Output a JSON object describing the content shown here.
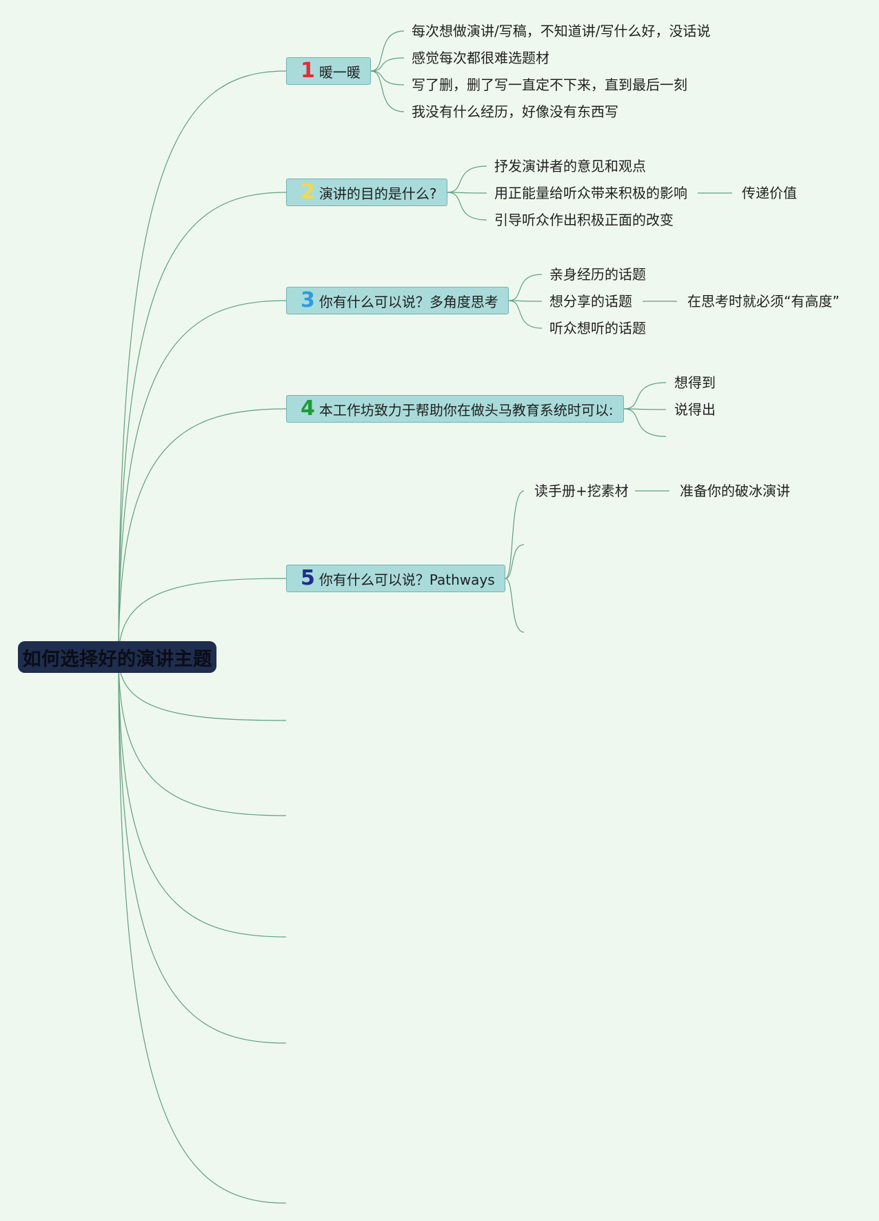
{
  "root": {
    "label": "如何选择好的演讲主题"
  },
  "colors": {
    "background": "#eff8ee",
    "root_fill": "#1f2d4e",
    "topic_fill": "#a9dbda",
    "connector": "#5f9f7f"
  },
  "topics": [
    {
      "number": "1",
      "number_color": "#e02c3a",
      "label": "暖一暖",
      "items": [
        {
          "label": "每次想做演讲/写稿，不知道讲/写什么好，没话说"
        },
        {
          "label": "感觉每次都很难选题材"
        },
        {
          "label": "写了删，删了写一直定不下来，直到最后一刻"
        },
        {
          "label": "我没有什么经历，好像没有东西写"
        }
      ]
    },
    {
      "number": "2",
      "number_color": "#f2d94e",
      "label": "演讲的目的是什么?",
      "items": [
        {
          "label": "抒发演讲者的意见和观点"
        },
        {
          "label": "用正能量给听众带来积极的影响",
          "child": "传递价值"
        },
        {
          "label": "引导听众作出积极正面的改变"
        }
      ]
    },
    {
      "number": "3",
      "number_color": "#2e9be0",
      "label": "你有什么可以说？多角度思考",
      "items": [
        {
          "label": "亲身经历的话题"
        },
        {
          "label": "想分享的话题",
          "child": "在思考时就必须“有高度”"
        },
        {
          "label": "听众想听的话题"
        }
      ]
    },
    {
      "number": "4",
      "number_color": "#1f9a3a",
      "label": "本工作坊致力于帮助你在做头马教育系统时可以:",
      "items": [
        {
          "label": "想得到"
        },
        {
          "label": "说得出"
        },
        {
          "label": ""
        }
      ]
    },
    {
      "number": "5",
      "number_color": "#1d2f8a",
      "label": "你有什么可以说？Pathways",
      "items": [
        {
          "label": "读手册+挖素材",
          "child": "准备你的破冰演讲"
        },
        {
          "label": ""
        },
        {
          "label": ""
        }
      ]
    }
  ]
}
